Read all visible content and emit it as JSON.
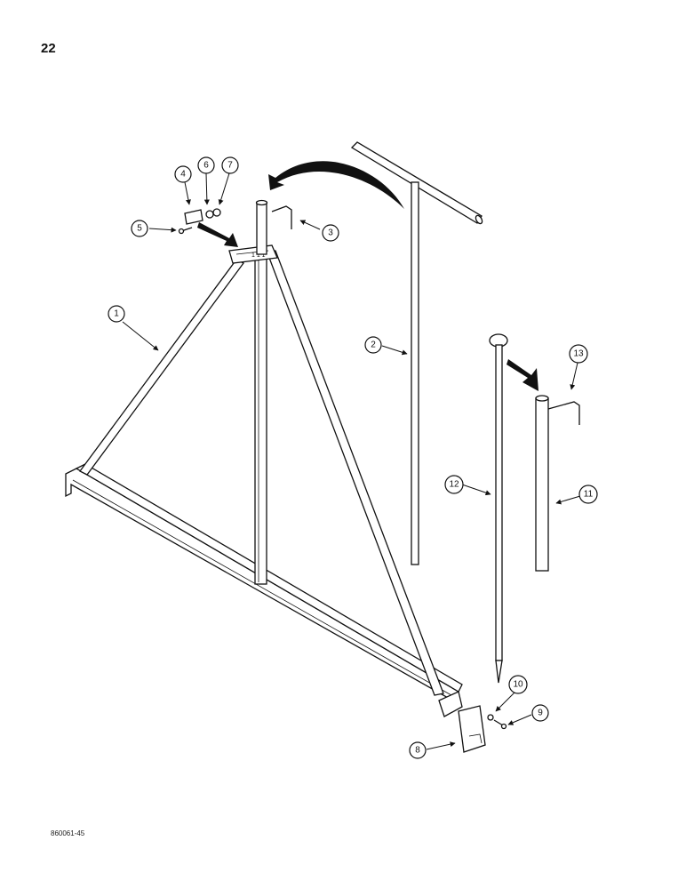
{
  "page_number": "22",
  "figure_code": "860061-45",
  "callouts": [
    {
      "id": "1",
      "label": "1"
    },
    {
      "id": "2",
      "label": "2"
    },
    {
      "id": "3",
      "label": "3"
    },
    {
      "id": "4",
      "label": "4"
    },
    {
      "id": "5",
      "label": "5"
    },
    {
      "id": "6",
      "label": "6"
    },
    {
      "id": "7",
      "label": "7"
    },
    {
      "id": "8",
      "label": "8"
    },
    {
      "id": "9",
      "label": "9"
    },
    {
      "id": "10",
      "label": "10"
    },
    {
      "id": "11",
      "label": "11"
    },
    {
      "id": "12",
      "label": "12"
    },
    {
      "id": "13",
      "label": "13"
    }
  ]
}
